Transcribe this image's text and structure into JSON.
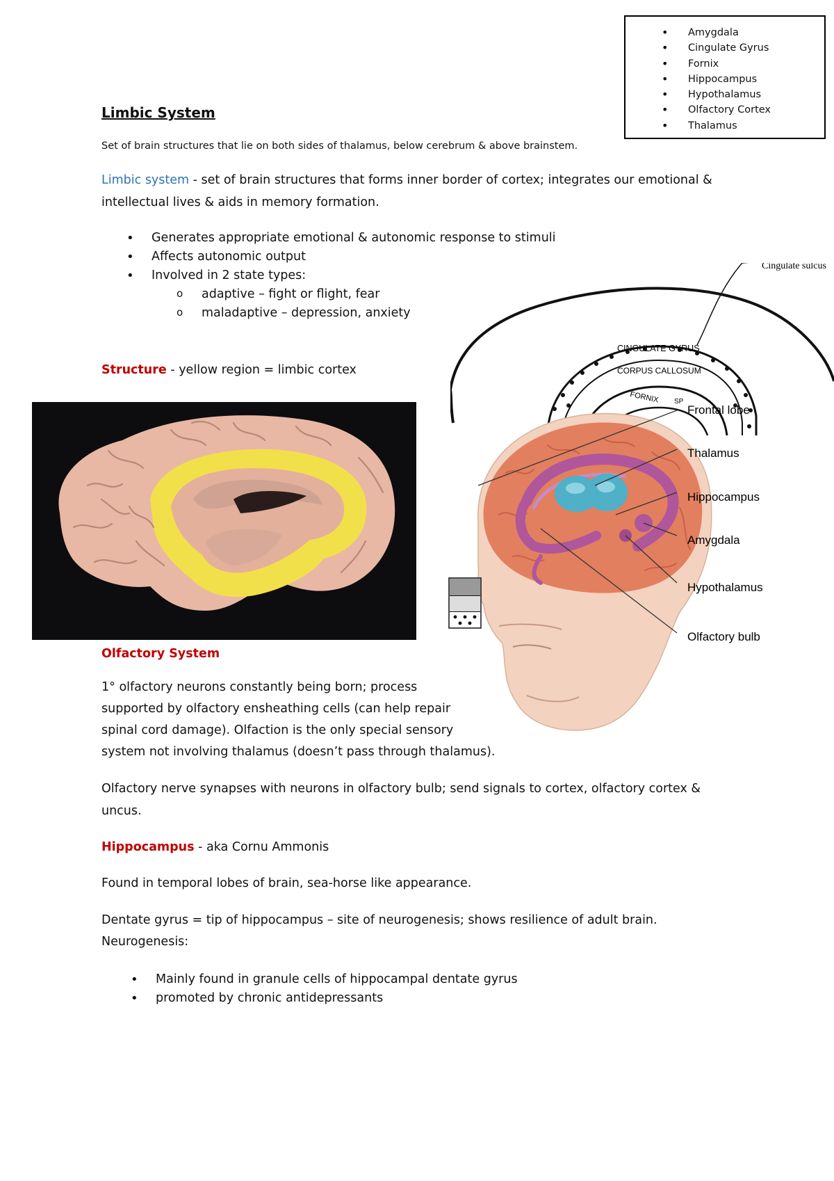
{
  "key_list": [
    "Amygdala",
    "Cingulate Gyrus",
    "Fornix",
    "Hippocampus",
    "Hypothalamus",
    "Olfactory Cortex",
    "Thalamus"
  ],
  "title": "Limbic System",
  "intro": "Set of brain structures that lie on both sides of thalamus, below cerebrum & above brainstem.",
  "limbic_def": {
    "term": "Limbic system",
    "line1_rest": " - set of brain structures that forms inner border of cortex; integrates our emotional &",
    "line2": "intellectual lives & aids in memory formation."
  },
  "bullets": [
    "Generates appropriate emotional & autonomic response to stimuli",
    "Affects autonomic output",
    "Involved in 2 state types:"
  ],
  "sub_bullets": [
    "adaptive – fight or flight, fear",
    "maladaptive – depression, anxiety"
  ],
  "structure": {
    "term": "Structure",
    "rest": " - yellow region = limbic cortex"
  },
  "figure_sagittal": {
    "labels": [
      "Cingulate sulcus",
      "CINGULATE GYRUS",
      "CORPUS CALLOSUM",
      "FORNIX",
      "SP"
    ]
  },
  "figure_head": {
    "labels": [
      "Frontal lobe",
      "Thalamus",
      "Hippocampus",
      "Amygdala",
      "Hypothalamus",
      "Olfactory bulb"
    ]
  },
  "olfactory": {
    "heading": "Olfactory System",
    "para1": [
      "1° olfactory neurons constantly being born; process",
      "supported by olfactory ensheathing cells (can help repair",
      "spinal cord damage). Olfaction is the only special sensory",
      "system not involving thalamus (doesn’t pass through thalamus)."
    ],
    "para2": [
      "Olfactory nerve synapses with neurons in olfactory bulb; send signals to cortex, olfactory cortex &",
      "uncus."
    ]
  },
  "hippocampus": {
    "term": "Hippocampus",
    "rest": " - aka Cornu Ammonis",
    "para1": "Found in temporal lobes of brain, sea-horse like appearance.",
    "para2": "Dentate gyrus = tip of hippocampus – site of neurogenesis; shows resilience of adult brain.",
    "para3": "Neurogenesis:",
    "bullets": [
      "Mainly found in granule cells of hippocampal dentate gyrus",
      "promoted by chronic antidepressants"
    ]
  },
  "colors": {
    "blue": "#2e75b6",
    "red": "#c00000",
    "limbic_yellow": "#f2e04a",
    "brain_pink": "#e8b8a4",
    "thalamus_cyan": "#4fb0c8",
    "limbic_purple": "#b0569a"
  }
}
